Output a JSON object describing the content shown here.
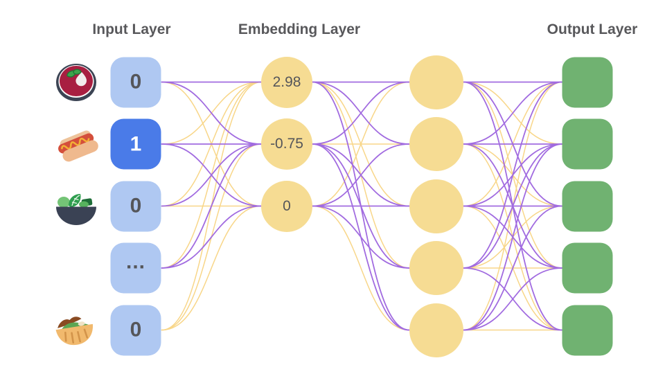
{
  "diagram": {
    "titles": {
      "input": "Input Layer",
      "embedding": "Embedding Layer",
      "output": "Output Layer"
    },
    "colors": {
      "background": "#ffffff",
      "title_text": "#58585b",
      "input_node": "#afc8f2",
      "input_node_active": "#4a7be8",
      "input_text": "#55565a",
      "input_text_active": "#ffffff",
      "embedding_node": "#f6dc93",
      "hidden_node": "#f6dc93",
      "output_node": "#70b271",
      "edge_purple": "#a16be0",
      "edge_yellow": "#f8d688"
    },
    "layers": {
      "icons": {
        "items": [
          {
            "row": 0,
            "name": "borscht-icon"
          },
          {
            "row": 1,
            "name": "hotdog-icon"
          },
          {
            "row": 2,
            "name": "salad-icon"
          },
          {
            "row": 4,
            "name": "pita-icon"
          }
        ]
      },
      "input": {
        "nodes": [
          {
            "value": "0",
            "active": false
          },
          {
            "value": "1",
            "active": true
          },
          {
            "value": "0",
            "active": false
          },
          {
            "value": "...",
            "active": false
          },
          {
            "value": "0",
            "active": false
          }
        ]
      },
      "embedding": {
        "nodes": [
          {
            "value": "2.98"
          },
          {
            "value": "-0.75"
          },
          {
            "value": "0"
          }
        ]
      },
      "hidden": {
        "count": 5
      },
      "output": {
        "count": 5
      }
    },
    "edges": {
      "input_to_embedding": [
        [
          "P",
          "P",
          "Y"
        ],
        [
          "Y",
          "P",
          "P"
        ],
        [
          "Y",
          "P",
          "Y"
        ],
        [
          "Y",
          "P",
          "P"
        ],
        [
          "Y",
          "Y",
          "Y"
        ]
      ],
      "embedding_to_hidden": [
        [
          "P",
          "P",
          "Y",
          "Y",
          "P"
        ],
        [
          "P",
          "Y",
          "P",
          "P",
          "P"
        ],
        [
          "Y",
          "P",
          "P",
          "P",
          "Y"
        ]
      ],
      "hidden_to_output": [
        [
          "P",
          "Y",
          "P",
          "Y",
          "P"
        ],
        [
          "P",
          "P",
          "Y",
          "P",
          "Y"
        ],
        [
          "Y",
          "P",
          "P",
          "P",
          "Y"
        ],
        [
          "P",
          "P",
          "Y",
          "Y",
          "P"
        ],
        [
          "Y",
          "P",
          "P",
          "P",
          "Y"
        ]
      ]
    }
  }
}
